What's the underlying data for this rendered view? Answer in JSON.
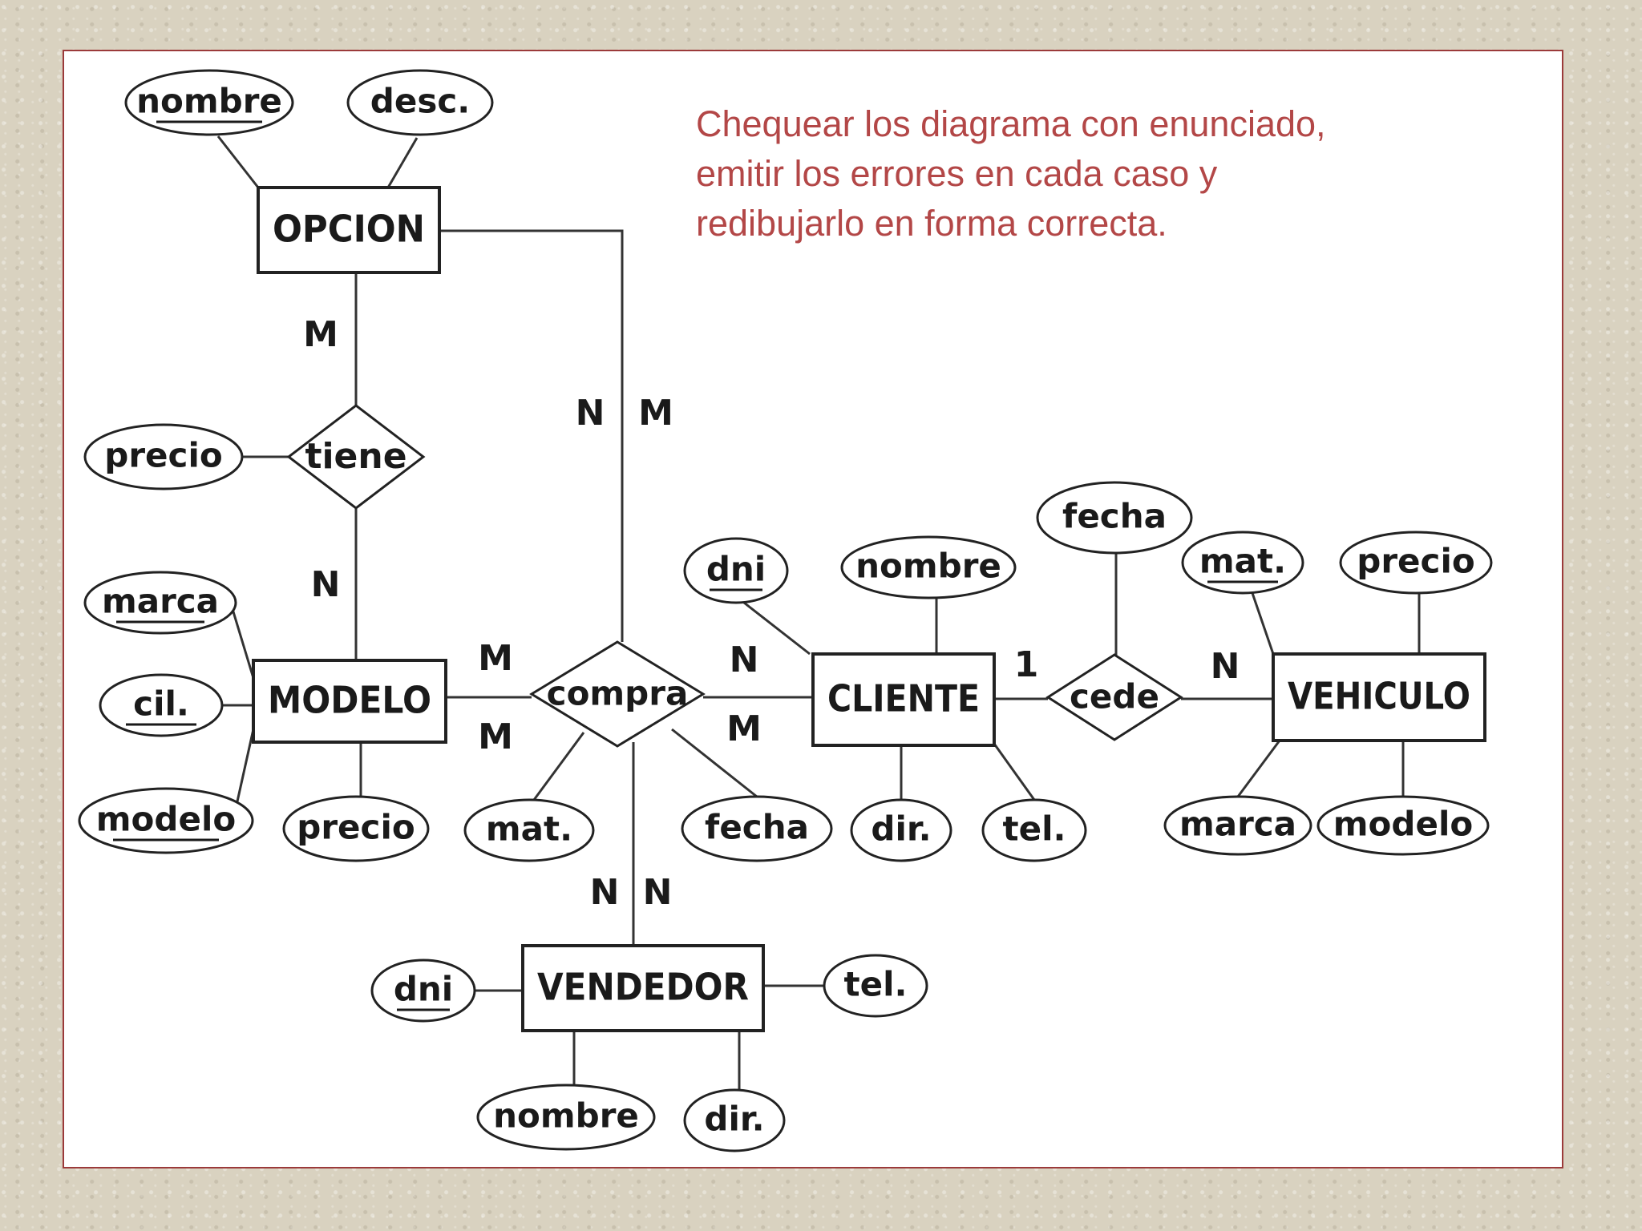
{
  "note": "Chequear los diagrama  con enunciado,\nemitir los errores  en cada caso  y\nredibujarlo   en forma correcta.",
  "colors": {
    "note": "#b34747",
    "frame": "#9b3a3a",
    "ink": "#222222"
  },
  "entities": [
    {
      "id": "opcion",
      "label": "OPCION"
    },
    {
      "id": "modelo",
      "label": "MODELO"
    },
    {
      "id": "cliente",
      "label": "CLIENTE"
    },
    {
      "id": "vehiculo",
      "label": "VEHICULO"
    },
    {
      "id": "vendedor",
      "label": "VENDEDOR"
    }
  ],
  "relationships": [
    {
      "id": "tiene",
      "label": "tiene"
    },
    {
      "id": "compra",
      "label": "compra"
    },
    {
      "id": "cede",
      "label": "cede"
    }
  ],
  "attributes": [
    {
      "id": "opcion-nombre",
      "label": "nombre",
      "key": true
    },
    {
      "id": "opcion-desc",
      "label": "desc.",
      "key": false
    },
    {
      "id": "tiene-precio",
      "label": "precio",
      "key": false
    },
    {
      "id": "modelo-marca",
      "label": "marca",
      "key": true
    },
    {
      "id": "modelo-cil",
      "label": "cil.",
      "key": true
    },
    {
      "id": "modelo-modelo",
      "label": "modelo",
      "key": true
    },
    {
      "id": "modelo-precio",
      "label": "precio",
      "key": false
    },
    {
      "id": "compra-mat",
      "label": "mat.",
      "key": false
    },
    {
      "id": "compra-fecha",
      "label": "fecha",
      "key": false
    },
    {
      "id": "cliente-dni",
      "label": "dni",
      "key": true
    },
    {
      "id": "cliente-nombre",
      "label": "nombre",
      "key": false
    },
    {
      "id": "cliente-dir",
      "label": "dir.",
      "key": false
    },
    {
      "id": "cliente-tel",
      "label": "tel.",
      "key": false
    },
    {
      "id": "cede-fecha",
      "label": "fecha",
      "key": false
    },
    {
      "id": "vehiculo-mat",
      "label": "mat.",
      "key": true
    },
    {
      "id": "vehiculo-precio",
      "label": "precio",
      "key": false
    },
    {
      "id": "vehiculo-marca",
      "label": "marca",
      "key": false
    },
    {
      "id": "vehiculo-modelo",
      "label": "modelo",
      "key": false
    },
    {
      "id": "vendedor-dni",
      "label": "dni",
      "key": true
    },
    {
      "id": "vendedor-tel",
      "label": "tel.",
      "key": false
    },
    {
      "id": "vendedor-nombre",
      "label": "nombre",
      "key": false
    },
    {
      "id": "vendedor-dir",
      "label": "dir.",
      "key": false
    }
  ],
  "cardinalities": [
    {
      "id": "opcion-tiene",
      "label": "M"
    },
    {
      "id": "tiene-modelo",
      "label": "N"
    },
    {
      "id": "opcion-compra-left",
      "label": "N"
    },
    {
      "id": "opcion-compra-right",
      "label": "M"
    },
    {
      "id": "modelo-compra-top",
      "label": "M"
    },
    {
      "id": "modelo-compra-bottom",
      "label": "M"
    },
    {
      "id": "cliente-compra-top",
      "label": "N"
    },
    {
      "id": "cliente-compra-bottom",
      "label": "M"
    },
    {
      "id": "vendedor-compra-left",
      "label": "N"
    },
    {
      "id": "vendedor-compra-right",
      "label": "N"
    },
    {
      "id": "cliente-cede",
      "label": "1"
    },
    {
      "id": "vehiculo-cede",
      "label": "N"
    }
  ]
}
